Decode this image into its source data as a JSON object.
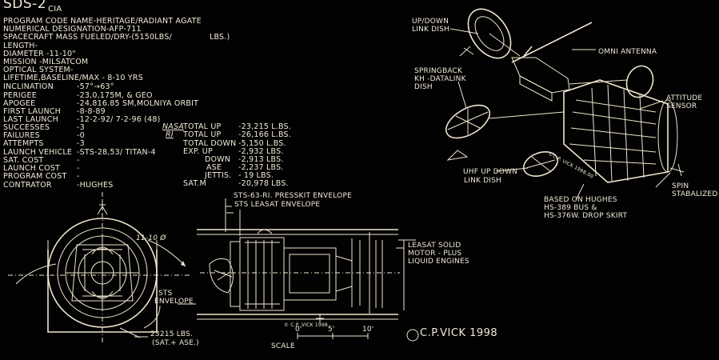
{
  "title": "SDS-2",
  "agency": "CIA",
  "specs": [
    "PROGRAM CODE NAME-HERITAGE/RADIANT AGATE",
    "NUMERICAL DESIGNATION-AFP-711",
    "SPACECRAFT MASS FUELED/DRY-(5150LBS/",
    "LENGTH-",
    "DIAMETER -11-10\"",
    "MISSION -MILSATCOM",
    "OPTICAL SYSTEM-",
    "LIFETIME,BASELINE/MAX - 8-10 YRS"
  ],
  "mass_units": "LBS.)",
  "left_rows": [
    [
      "INCLINATION",
      "-57°→63°"
    ],
    [
      "PERIGEE",
      "-23,0,175M, & GEO"
    ],
    [
      "APOGEE",
      "-24,816.85 SM,MOLNIYA ORBIT"
    ],
    [
      "FIRST LAUNCH",
      "-8-8-89"
    ],
    [
      "LAST LAUNCH",
      "-12-2-92/ 7-2-96 (48)"
    ],
    [
      "SUCCESSES",
      "-3"
    ],
    [
      "FAILURES",
      "-0"
    ],
    [
      "ATTEMPTS",
      "-3"
    ],
    [
      "LAUNCH VEHICLE",
      "-STS-28,53/ TITAN-4"
    ],
    [
      "SAT. COST",
      "-"
    ],
    [
      "LAUNCH COST",
      "-"
    ],
    [
      "PROGRAM COST",
      "-"
    ],
    [
      "CONTRATOR",
      "-HUGHES"
    ]
  ],
  "mass_table": [
    [
      "NASA",
      "TOTAL UP",
      "-23,215 L.BS."
    ],
    [
      "RI",
      "TOTAL UP",
      "-26,166 L.BS."
    ],
    [
      "",
      "TOTAL DOWN",
      "-5,150 L.BS."
    ],
    [
      "",
      "EXP. UP",
      "-2,932 LBS."
    ],
    [
      "",
      "DOWN",
      "-2,913 LBS."
    ],
    [
      "",
      "ASE",
      "-2,237 LBS."
    ],
    [
      "",
      "JETTIS.",
      "- 19 LBS."
    ],
    [
      "",
      "SAT.M",
      "-20,978 LBS."
    ]
  ],
  "side_labels": {
    "presskit": "STS-63-RI. PRESSKIT ENVELOPE",
    "leasat_env": "STS LEASAT ENVELOPE",
    "sts_envelope_1": "STS",
    "sts_envelope_2": "ENVELOPE",
    "weight_1": "23215 LBS.",
    "weight_2": "(SAT.+ ASE.)",
    "diameter": "11-10 Ø",
    "leasat_1": "LEASAT SOLID",
    "leasat_2": "MOTOR - PLUS",
    "leasat_3": "LIQUID ENGINES",
    "scale": "SCALE",
    "scale_ticks": [
      "0'",
      "5'",
      "10'"
    ],
    "small_credit": "© C.P. VICK 1998",
    "copyright": "C.P.VICK 1998"
  },
  "sat_labels": {
    "updown_1": "UP/DOWN",
    "updown_2": "LINK DISH",
    "omni": "OMNI ANTENNA",
    "spring_1": "SPRINGBACK",
    "spring_2": "KH -DATALINK",
    "spring_3": "DISH",
    "attitude_1": "ATTITUDE",
    "attitude_2": "SENSOR",
    "uhf_1": "UHF UP DOWN",
    "uhf_2": "LINK DISH",
    "based_1": "BASED ON HUGHES",
    "based_2": "HS-389 BUS &",
    "based_3": "HS-376W. DROP SKIRT",
    "spin_1": "SPIN",
    "spin_2": "STABALIZED",
    "credit": "©C.P. VICK 1998.00"
  }
}
